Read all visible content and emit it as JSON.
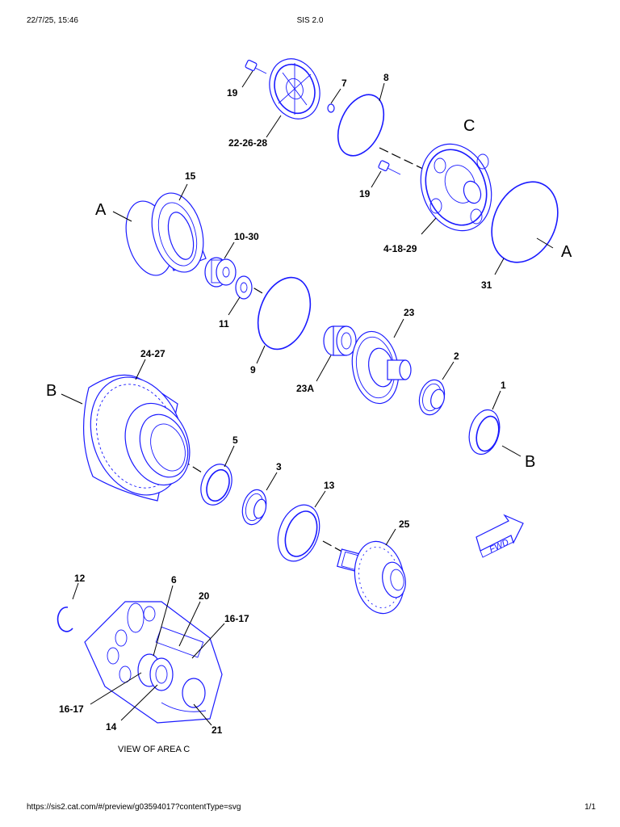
{
  "header": {
    "date": "22/7/25, 15:46",
    "title": "SIS 2.0"
  },
  "footer": {
    "url": "https://sis2.cat.com/#/preview/g03594017?contentType=svg",
    "page": "1/1"
  },
  "callouts": {
    "c19a": "19",
    "c7": "7",
    "c8": "8",
    "c22": "22-26-28",
    "cC": "C",
    "c19b": "19",
    "c4": "4-18-29",
    "c15": "15",
    "cA1": "A",
    "c10": "10-30",
    "c11": "11",
    "c9": "9",
    "c31": "31",
    "cA2": "A",
    "c23": "23",
    "c23A": "23A",
    "c2": "2",
    "c24": "24-27",
    "cB1": "B",
    "c1": "1",
    "cB2": "B",
    "c5": "5",
    "c3": "3",
    "c13": "13",
    "c25": "25",
    "c12": "12",
    "c6": "6",
    "c20": "20",
    "c1617a": "16-17",
    "c1617b": "16-17",
    "c14": "14",
    "c21": "21"
  },
  "fwd_label": "FWD",
  "view_caption": "VIEW OF AREA C",
  "colors": {
    "line_art": "#1a1aff",
    "leader": "#000000"
  }
}
